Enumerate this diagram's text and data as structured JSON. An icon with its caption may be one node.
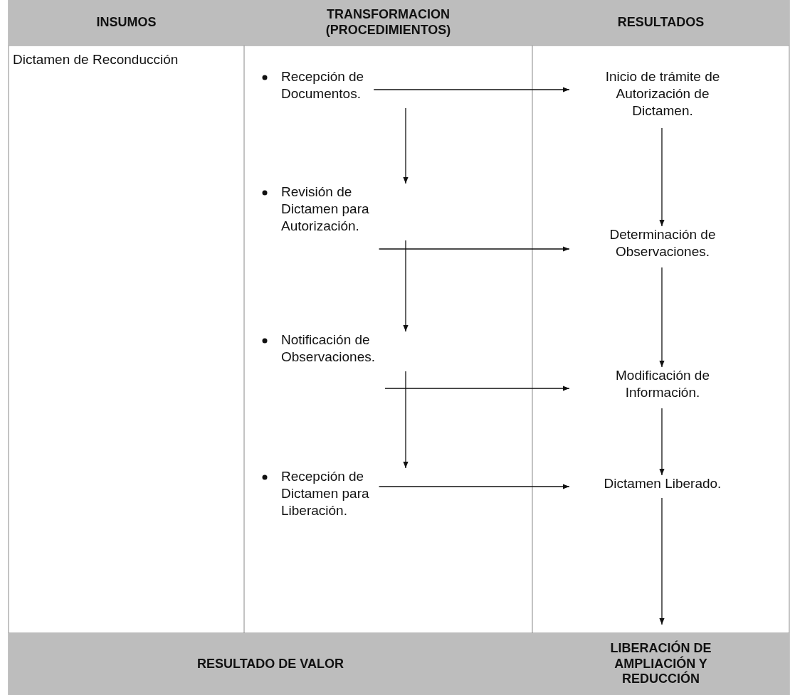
{
  "diagram": {
    "nodes": [
      {
        "text": [
          "INSUMOS"
        ]
      },
      {
        "text": [
          "TRANSFORMACION (PROCEDIMIENTOS)"
        ]
      },
      {
        "text": [
          "RESULTADOS"
        ]
      },
      {
        "text": [
          "Dictamen de Reconducción"
        ]
      },
      {
        "text": [
          "Recepción de Documentos."
        ]
      },
      {
        "text": [
          "Revisión de Dictamen para Autorización."
        ]
      },
      {
        "text": [
          "Notificación de Observaciones."
        ]
      },
      {
        "text": [
          "Recepción de Dictamen para Liberación."
        ]
      },
      {
        "text": [
          "Inicio de trámite de Autorización de Dictamen."
        ]
      },
      {
        "text": [
          "Determinación de Observaciones."
        ]
      },
      {
        "text": [
          "Modificación de Información."
        ]
      },
      {
        "text": [
          "Dictamen Liberado."
        ]
      },
      {
        "text": [
          "RESULTADO DE VALOR"
        ]
      },
      {
        "text": [
          "LIBERACIÓN DE AMPLIACIÓN Y REDUCCIÓN"
        ]
      }
    ],
    "edges": [
      {
        "from": 4,
        "to": 8,
        "arrow": "to"
      },
      {
        "from": 4,
        "to": 5,
        "arrow": "to"
      },
      {
        "from": 8,
        "to": 9,
        "arrow": "to"
      },
      {
        "from": 5,
        "to": 9,
        "arrow": "to"
      },
      {
        "from": 5,
        "to": 6,
        "arrow": "to"
      },
      {
        "from": 9,
        "to": 10,
        "arrow": "to"
      },
      {
        "from": 6,
        "to": 10,
        "arrow": "to"
      },
      {
        "from": 6,
        "to": 7,
        "arrow": "to"
      },
      {
        "from": 10,
        "to": 11,
        "arrow": "to"
      },
      {
        "from": 7,
        "to": 11,
        "arrow": "to"
      },
      {
        "from": 11,
        "to": 13,
        "arrow": "to"
      }
    ]
  }
}
